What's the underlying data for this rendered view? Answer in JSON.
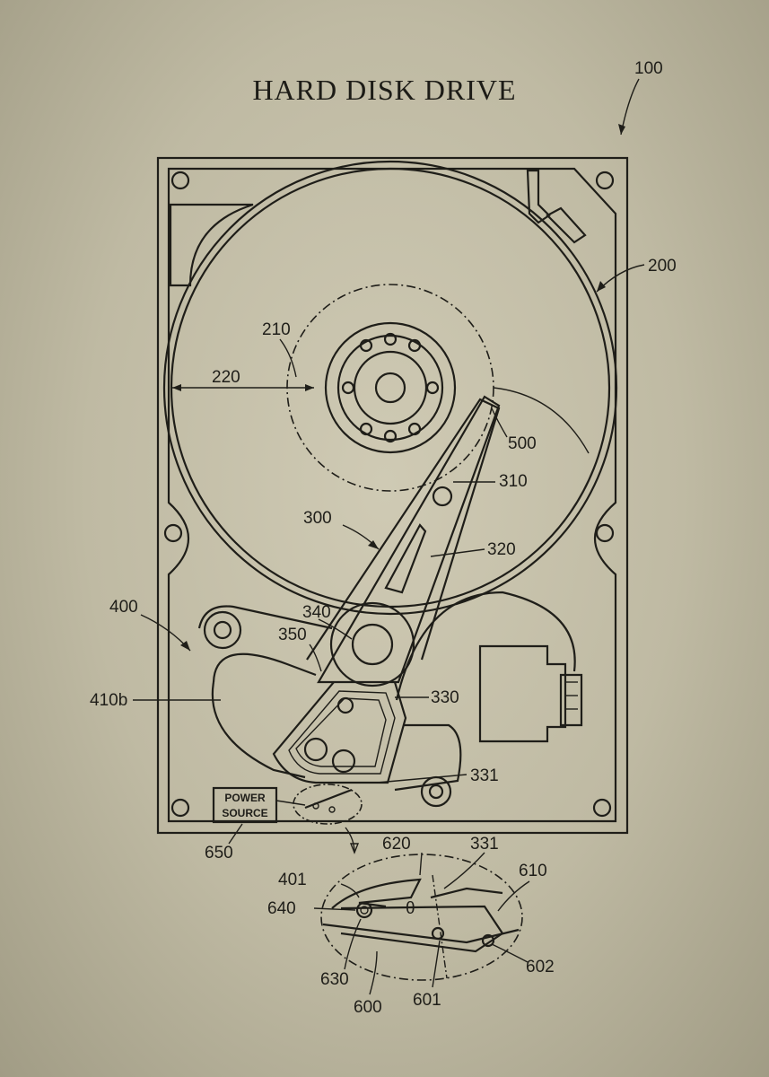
{
  "title": "HARD DISK DRIVE",
  "labels": {
    "drive": "100",
    "disk": "200",
    "track_210": "210",
    "radius_220": "220",
    "actuator": "300",
    "arm_tip": "310",
    "arm_body": "320",
    "coil": "330",
    "tab_331": "331",
    "pivot": "340",
    "hub_350": "350",
    "vcm": "400",
    "magnet": "410b",
    "head": "500",
    "power_ref": "650",
    "ramp": "401",
    "stop_620": "620",
    "tab_331_detail": "331",
    "latch_610": "610",
    "pin_640": "640",
    "hole_630": "630",
    "assembly_600": "600",
    "pivot_601": "601",
    "hole_602": "602",
    "angle": "θ"
  },
  "power_box": {
    "line1": "POWER",
    "line2": "SOURCE"
  },
  "colors": {
    "paper": "#b7b29c",
    "ink": "#1f1e19"
  }
}
